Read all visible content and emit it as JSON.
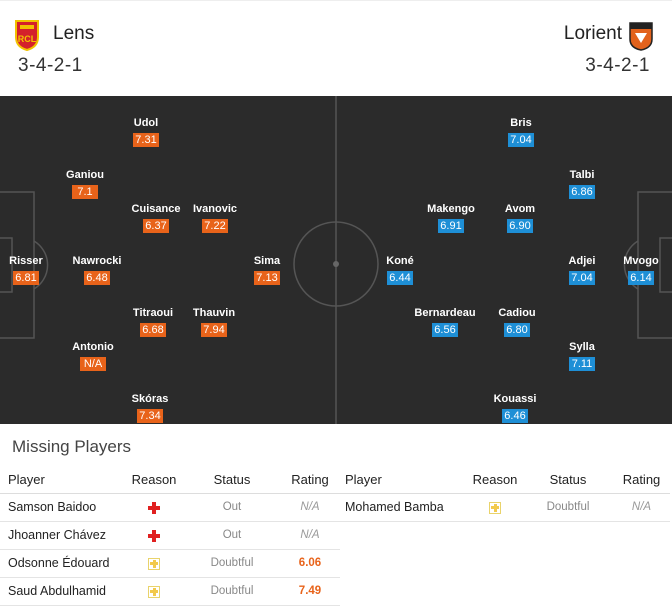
{
  "home": {
    "name": "Lens",
    "formation": "3-4-2-1",
    "crest_color": "#d4202b",
    "players": [
      {
        "name": "Risser",
        "rating": "6.81"
      },
      {
        "name": "Ganiou",
        "rating": "7.1"
      },
      {
        "name": "Nawrocki",
        "rating": "6.48"
      },
      {
        "name": "Antonio",
        "rating": "N/A"
      },
      {
        "name": "Udol",
        "rating": "7.31"
      },
      {
        "name": "Cuisance",
        "rating": "6.37"
      },
      {
        "name": "Titraoui",
        "rating": "6.68"
      },
      {
        "name": "Skóras",
        "rating": "7.34"
      },
      {
        "name": "Ivanovic",
        "rating": "7.22"
      },
      {
        "name": "Thauvin",
        "rating": "7.94"
      },
      {
        "name": "Sima",
        "rating": "7.13"
      }
    ]
  },
  "away": {
    "name": "Lorient",
    "formation": "3-4-2-1",
    "crest_color": "#e2621c",
    "players": [
      {
        "name": "Mvogo",
        "rating": "6.14"
      },
      {
        "name": "Talbi",
        "rating": "6.86"
      },
      {
        "name": "Adjei",
        "rating": "7.04"
      },
      {
        "name": "Sylla",
        "rating": "7.11"
      },
      {
        "name": "Bris",
        "rating": "7.04"
      },
      {
        "name": "Avom",
        "rating": "6.90"
      },
      {
        "name": "Cadiou",
        "rating": "6.80"
      },
      {
        "name": "Kouassi",
        "rating": "6.46"
      },
      {
        "name": "Makengo",
        "rating": "6.91"
      },
      {
        "name": "Bernardeau",
        "rating": "6.56"
      },
      {
        "name": "Koné",
        "rating": "6.44"
      }
    ]
  },
  "colors": {
    "home_rating": "#e8631a",
    "away_rating": "#1e8fd6",
    "pitch": "#2b2b2b"
  },
  "missing": {
    "title": "Missing Players",
    "headers": {
      "player": "Player",
      "reason": "Reason",
      "status": "Status",
      "rating": "Rating"
    },
    "home": [
      {
        "player": "Samson Baidoo",
        "reason_icon": "injury-icon",
        "status": "Out",
        "rating": "N/A"
      },
      {
        "player": "Jhoanner Chávez",
        "reason_icon": "injury-icon",
        "status": "Out",
        "rating": "N/A"
      },
      {
        "player": "Odsonne Édouard",
        "reason_icon": "doubt-icon",
        "status": "Doubtful",
        "rating": "6.06"
      },
      {
        "player": "Saud Abdulhamid",
        "reason_icon": "doubt-icon",
        "status": "Doubtful",
        "rating": "7.49"
      }
    ],
    "away": [
      {
        "player": "Mohamed Bamba",
        "reason_icon": "doubt-icon",
        "status": "Doubtful",
        "rating": "N/A"
      }
    ]
  }
}
